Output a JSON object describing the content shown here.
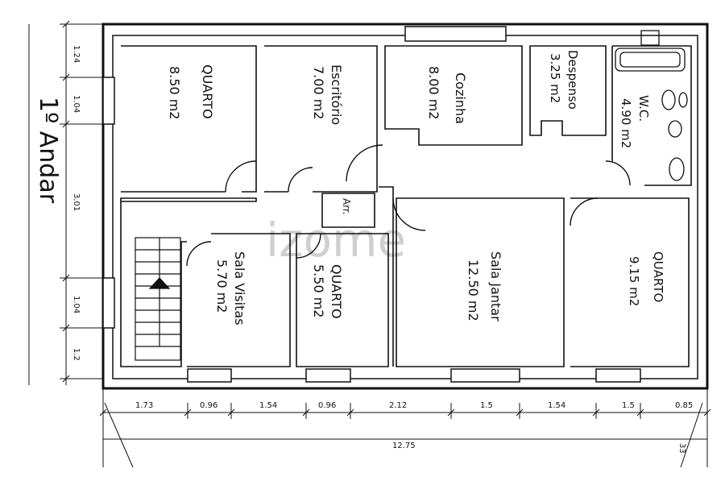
{
  "floor_label": "1º Andar",
  "watermark": "izome",
  "rooms": {
    "quarto_left": {
      "name": "QUARTO",
      "area": "8.50 m2"
    },
    "escritorio": {
      "name": "Escritório",
      "area": "7.00 m2"
    },
    "cozinha": {
      "name": "Cozinha",
      "area": "8.00 m2"
    },
    "despenso": {
      "name": "Despenso",
      "area": "3.25 m2"
    },
    "wc": {
      "name": "W.C.",
      "area": "4.90 m2"
    },
    "arr": {
      "name": "Arr."
    },
    "sala_visitas": {
      "name": "Sala Visitas",
      "area": "5.70 m2"
    },
    "quarto_mid": {
      "name": "QUARTO",
      "area": "5.50 m2"
    },
    "sala_jantar": {
      "name": "Sala Jantar",
      "area": "12.50 m2"
    },
    "quarto_right": {
      "name": "QUARTO",
      "area": "9.15 m2"
    }
  },
  "dims_left": [
    "1.24",
    "1.04",
    "3.01",
    "1.04",
    "1.2"
  ],
  "dims_bottom": [
    "1.73",
    "0.96",
    "1.54",
    "0.96",
    "2.12",
    "1.5",
    "1.54",
    "1.5",
    "0.85"
  ],
  "dim_total": "12.75",
  "dim_total_end": "33"
}
